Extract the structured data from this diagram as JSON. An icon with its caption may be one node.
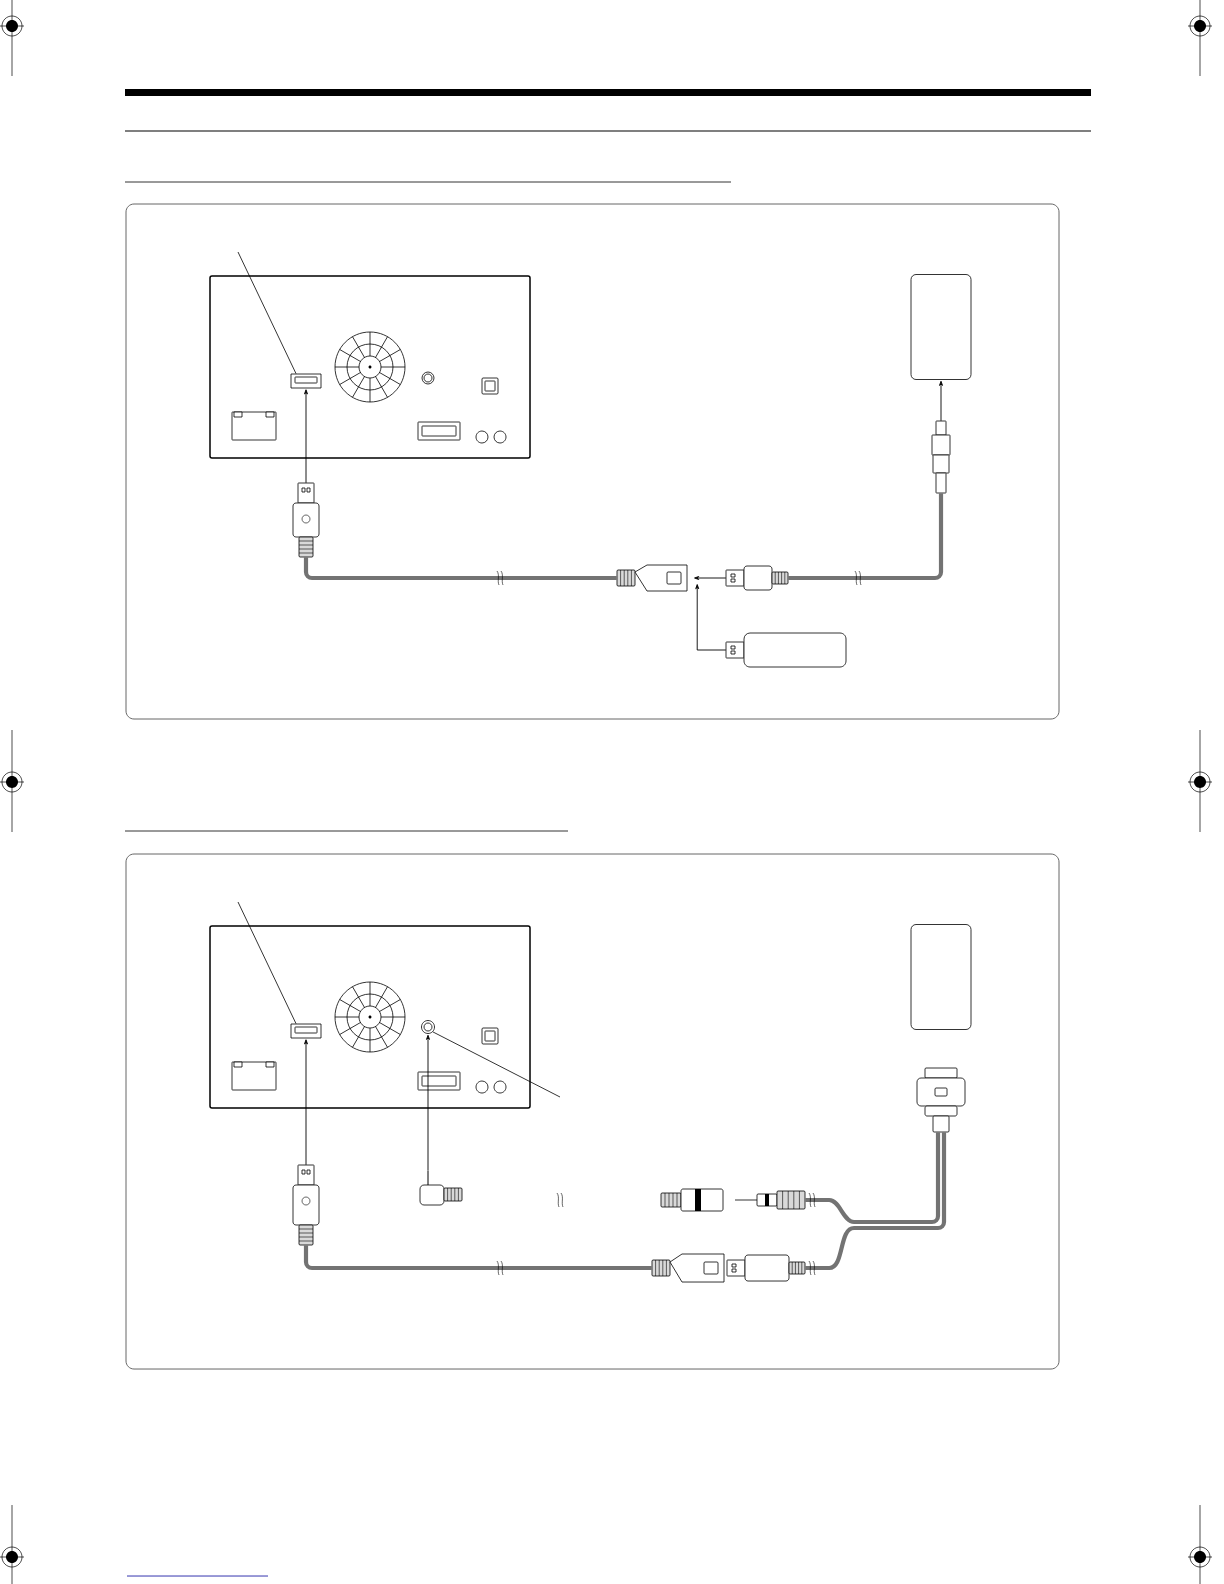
{
  "diagram": {
    "nodes": [
      {
        "text": [],
        "shape": "box"
      },
      {
        "text": [],
        "shape": "box",
        "in": 0
      },
      {
        "text": [],
        "shape": "plug"
      },
      {
        "text": [],
        "shape": "socket"
      },
      {
        "text": [],
        "shape": "plug"
      },
      {
        "text": [],
        "shape": "stick"
      },
      {
        "text": [],
        "shape": "plug"
      },
      {
        "text": [],
        "shape": "box"
      },
      {
        "text": [],
        "shape": "box"
      },
      {
        "text": [],
        "shape": "box",
        "in": 8
      },
      {
        "text": [],
        "shape": "circle",
        "in": 8
      },
      {
        "text": [],
        "shape": "plug"
      },
      {
        "text": [],
        "shape": "plug"
      },
      {
        "text": [],
        "shape": "socket"
      },
      {
        "text": [],
        "shape": "socket"
      },
      {
        "text": [],
        "shape": "plug"
      },
      {
        "text": [],
        "shape": "plug"
      },
      {
        "text": [],
        "shape": "plug"
      },
      {
        "text": [],
        "shape": "box"
      }
    ],
    "edges": [
      {
        "from": null,
        "to": 1,
        "arrow": "none"
      },
      {
        "from": 2,
        "to": 1,
        "arrow": "to"
      },
      {
        "from": 2,
        "to": 3,
        "arrow": "none",
        "style": "thick",
        "color": "#737373"
      },
      {
        "from": 4,
        "to": 3,
        "arrow": "to"
      },
      {
        "from": 5,
        "to": 3,
        "arrow": "to"
      },
      {
        "from": 4,
        "to": 6,
        "arrow": "none",
        "style": "thick",
        "color": "#737373"
      },
      {
        "from": 6,
        "to": 7,
        "arrow": "to"
      },
      {
        "from": null,
        "to": 9,
        "arrow": "none"
      },
      {
        "from": null,
        "to": 10,
        "arrow": "none"
      },
      {
        "from": 11,
        "to": 9,
        "arrow": "to"
      },
      {
        "from": 12,
        "to": 10,
        "arrow": "to"
      },
      {
        "from": 11,
        "to": 13,
        "arrow": "none",
        "style": "thick",
        "color": "#737373"
      },
      {
        "from": 15,
        "to": 17,
        "arrow": "none",
        "style": "thick",
        "color": "#737373"
      },
      {
        "from": 16,
        "to": 17,
        "arrow": "none",
        "style": "thick",
        "color": "#737373"
      }
    ]
  }
}
